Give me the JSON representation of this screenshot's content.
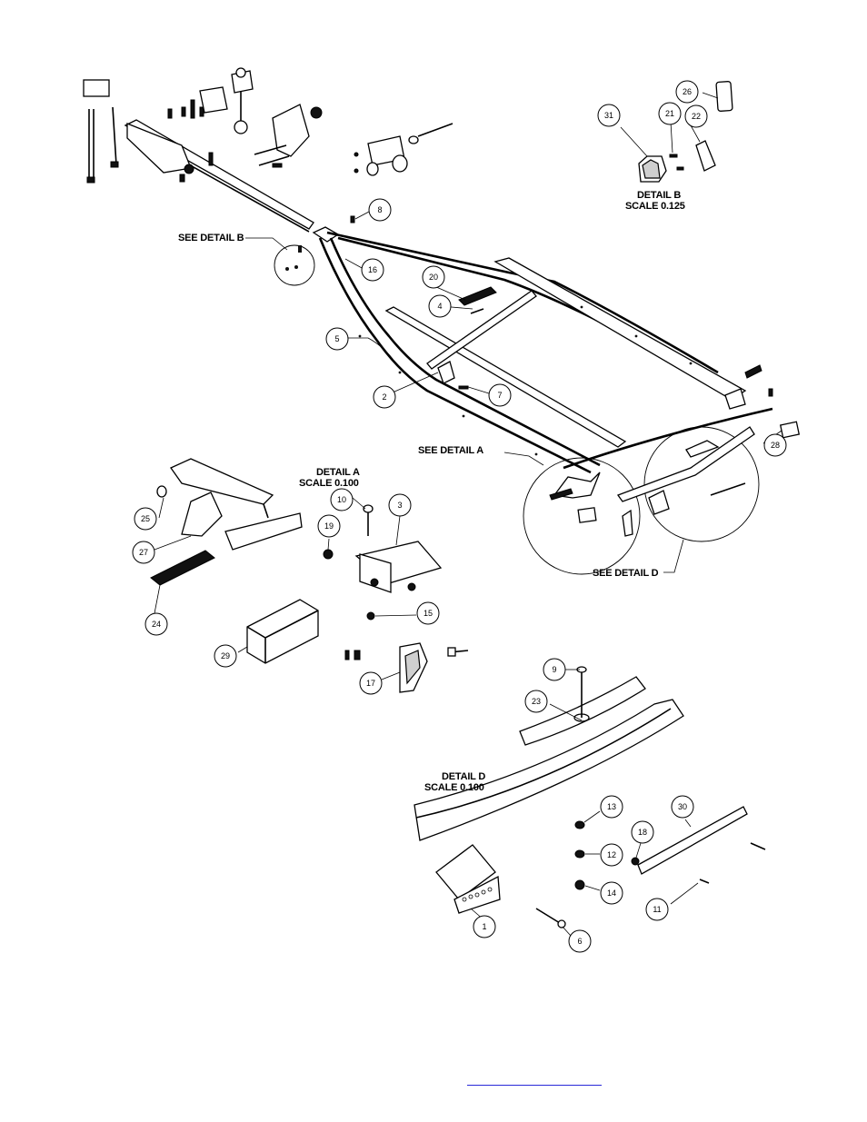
{
  "labels": {
    "detail_b_title": "DETAIL  B",
    "detail_b_scale": "SCALE  0.125",
    "see_detail_b": "SEE DETAIL  B",
    "see_detail_a": "SEE DETAIL  A",
    "detail_a_title": "DETAIL  A",
    "detail_a_scale": "SCALE  0.100",
    "see_detail_d": "SEE DETAIL  D",
    "detail_d_title": "DETAIL  D",
    "detail_d_scale": "SCALE  0.100"
  },
  "callouts": [
    "1",
    "2",
    "3",
    "4",
    "5",
    "6",
    "7",
    "8",
    "9",
    "10",
    "11",
    "12",
    "13",
    "14",
    "15",
    "16",
    "17",
    "18",
    "19",
    "20",
    "21",
    "22",
    "23",
    "24",
    "25",
    "26",
    "27",
    "28",
    "29",
    "30",
    "31"
  ],
  "footer": {
    "link_text": ""
  }
}
